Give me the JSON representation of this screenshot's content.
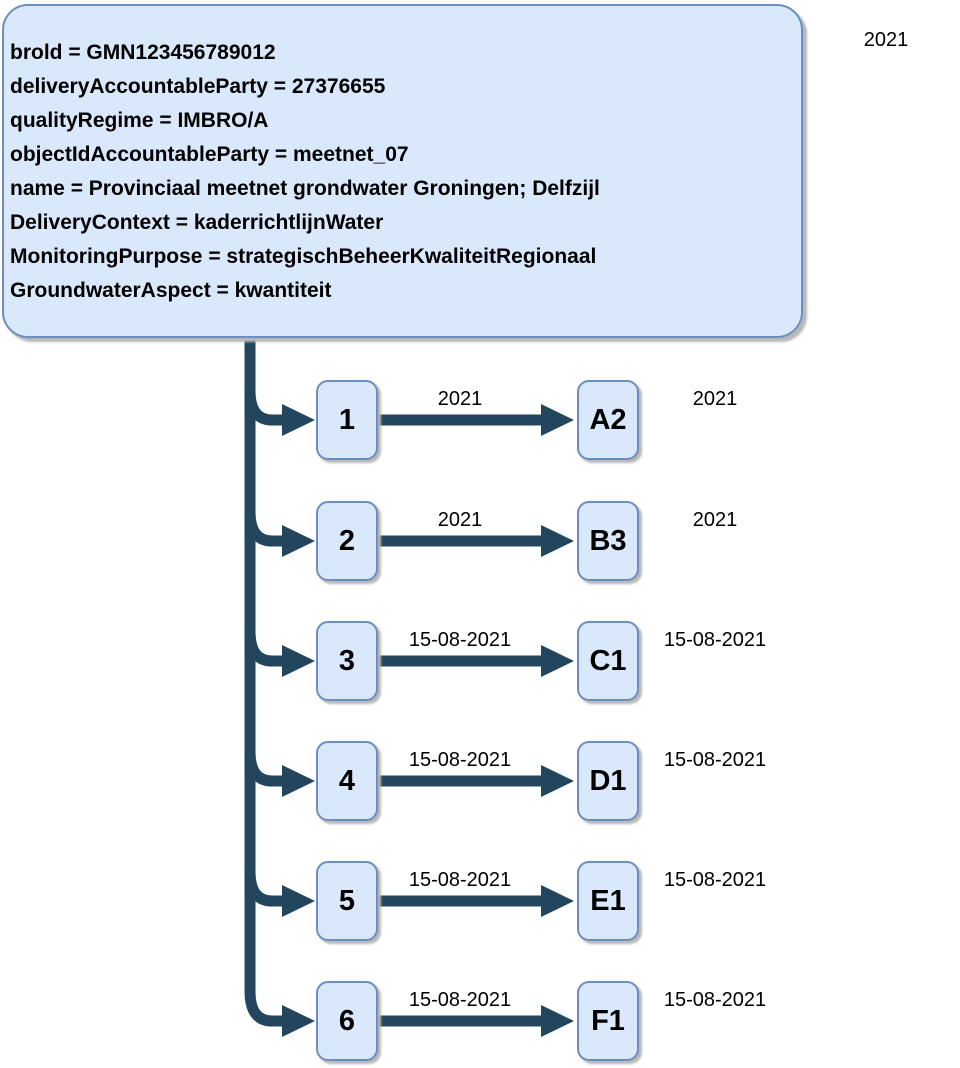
{
  "diagram": {
    "network_box": {
      "lines": [
        "brold = GMN123456789012",
        "deliveryAccountableParty = 27376655",
        "qualityRegime = IMBRO/A",
        "objectIdAccountableParty = meetnet_07",
        "name = Provinciaal meetnet grondwater Groningen; Delfzijl",
        "DeliveryContext = kaderrichtlijnWater",
        "MonitoringPurpose = strategischBeheerKwaliteitRegionaal",
        "GroundwaterAspect = kwantiteit"
      ]
    },
    "network_start_date": "2021",
    "rows": [
      {
        "point": "1",
        "tube": "A2",
        "edge_date": "2021",
        "right_date": "2021"
      },
      {
        "point": "2",
        "tube": "B3",
        "edge_date": "2021",
        "right_date": "2021"
      },
      {
        "point": "3",
        "tube": "C1",
        "edge_date": "15-08-2021",
        "right_date": "15-08-2021"
      },
      {
        "point": "4",
        "tube": "D1",
        "edge_date": "15-08-2021",
        "right_date": "15-08-2021"
      },
      {
        "point": "5",
        "tube": "E1",
        "edge_date": "15-08-2021",
        "right_date": "15-08-2021"
      },
      {
        "point": "6",
        "tube": "F1",
        "edge_date": "15-08-2021",
        "right_date": "15-08-2021"
      }
    ],
    "colors": {
      "node_fill": "#dae8fc",
      "node_border": "#6c8ebf",
      "connector": "#23455e"
    }
  }
}
